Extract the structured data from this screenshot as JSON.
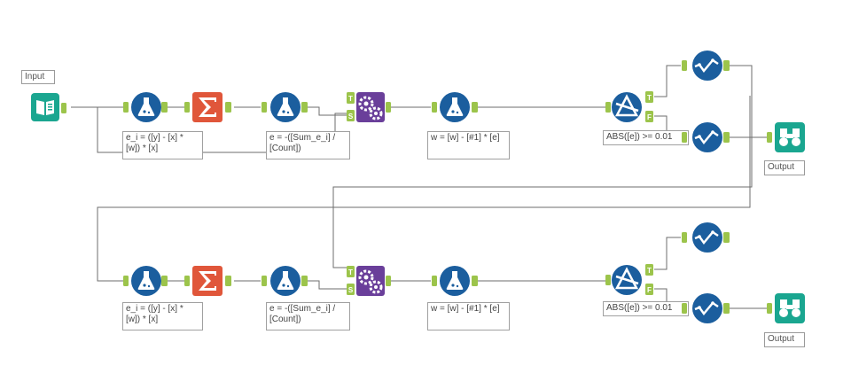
{
  "colors": {
    "wire": "#6e6e6e",
    "anchor": "#9cc44b",
    "input_teal": "#1aa690",
    "output_teal": "#1aa690",
    "formula_blue": "#1b5e9e",
    "summarize_orange": "#e0563a",
    "macro_purple": "#6a3f9a",
    "filter_blue": "#1b5e9e",
    "check_blue": "#1b5e9e"
  },
  "icons": {
    "input": "book-input-icon",
    "formula": "flask-formula-icon",
    "summarize": "sigma-summarize-icon",
    "macro": "gears-macro-icon",
    "filter": "triangle-filter-icon",
    "check": "checkmark-wave-icon",
    "output": "binoculars-browse-icon"
  },
  "labels": {
    "input": "Input",
    "output_top": "Output",
    "output_bottom": "Output"
  },
  "anchors": {
    "true": "T",
    "false": "F",
    "macro_t": "T",
    "macro_s": "S"
  },
  "annotations": {
    "r1_formula1": "e_i = ([y] - [x] * [w]) * [x]",
    "r1_formula2": "e = -([Sum_e_i] / [Count])",
    "r1_formula3": "w = [w] - [#1] * [e]",
    "r1_filter": "ABS([e]) >= 0.01",
    "r2_formula1": "e_i = ([y] - [x] * [w]) * [x]",
    "r2_formula2": "e = -([Sum_e_i] / [Count])",
    "r2_formula3": "w = [w] - [#1] * [e]",
    "r2_filter": "ABS([e]) >= 0.01"
  }
}
